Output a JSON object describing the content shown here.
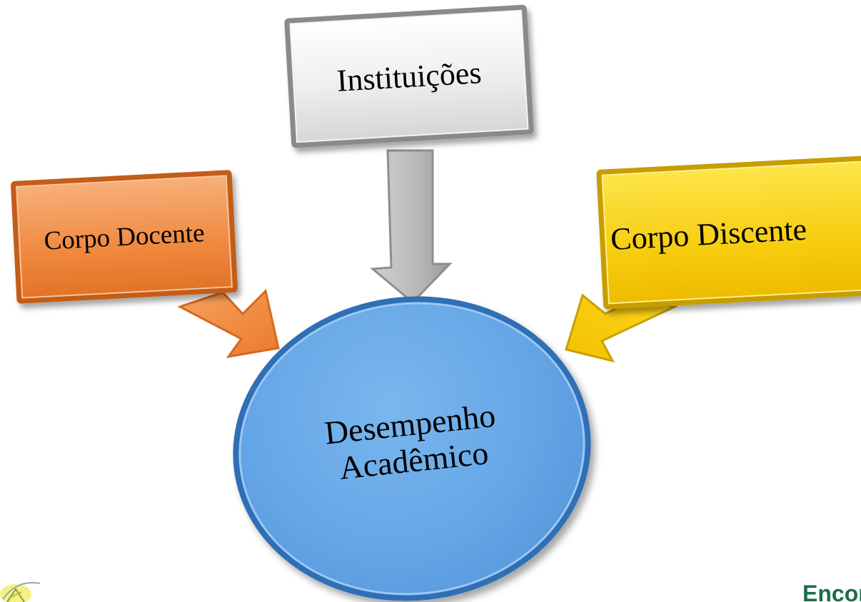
{
  "diagram": {
    "nodes": {
      "instituicoes": {
        "label": "Instituições",
        "color": "#eeeeee"
      },
      "corpo_docente": {
        "label": "Corpo Docente",
        "color": "#f0893f"
      },
      "corpo_discente": {
        "label": "Corpo Discente",
        "color": "#f7cd10"
      },
      "desempenho": {
        "line1": "Desempenho",
        "line2": "Acadêmico",
        "color": "#64a5e6"
      }
    },
    "edges": [
      {
        "from": "instituicoes",
        "to": "desempenho"
      },
      {
        "from": "corpo_docente",
        "to": "desempenho"
      },
      {
        "from": "corpo_discente",
        "to": "desempenho"
      }
    ]
  },
  "footer": {
    "brand_text": "Encont"
  }
}
